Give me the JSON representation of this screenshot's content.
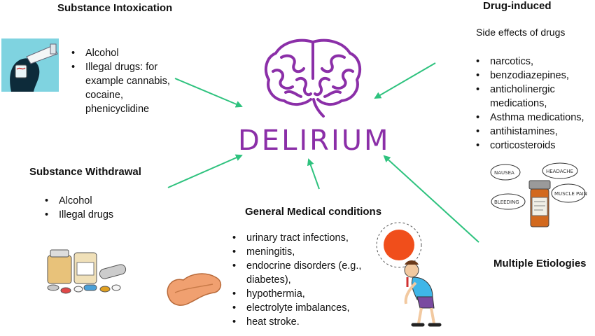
{
  "center": {
    "label": "DELIRIUM"
  },
  "intoxication": {
    "title": "Substance Intoxication",
    "items": [
      "Alcohol",
      "Illegal drugs: for example cannabis, cocaine, phenicyclidine"
    ]
  },
  "drug_induced": {
    "title": "Drug-induced",
    "subtitle": "Side effects of drugs",
    "items": [
      "narcotics,",
      "benzodiazepines,",
      "anticholinergic medications,",
      "Asthma medications,",
      "antihistamines,",
      "corticosteroids"
    ]
  },
  "withdrawal": {
    "title": "Substance Withdrawal",
    "items": [
      "Alcohol",
      "Illegal drugs"
    ]
  },
  "medical": {
    "title": "General Medical conditions",
    "items": [
      "urinary tract infections,",
      "meningitis,",
      "endocrine disorders (e.g., diabetes),",
      "hypothermia,",
      "electrolyte imbalances,",
      "heat stroke."
    ]
  },
  "multiple": {
    "title": "Multiple Etiologies"
  },
  "bubbles": [
    "NAUSEA",
    "HEADACHE",
    "MUSCLE PAIN",
    "BLEEDING"
  ],
  "colors": {
    "arrow": "#2ec27e",
    "brain": "#8b2fa8",
    "sun": "#f04e1b"
  }
}
